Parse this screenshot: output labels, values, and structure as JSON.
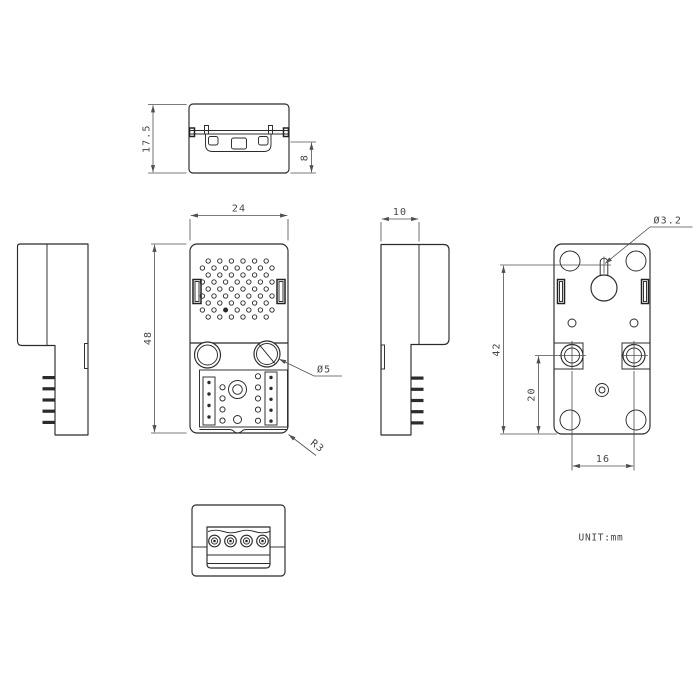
{
  "drawing": {
    "unit_note": "UNIT:mm",
    "dims": {
      "top_height": "17.5",
      "top_step": "8",
      "width": "24",
      "height": "48",
      "depth": "10",
      "screw_dia": "Ø5",
      "corner_radius": "R3",
      "hang_hole_dia": "Ø3.2",
      "back_span": "42",
      "hole_offset": "20",
      "hole_pitch": "16"
    }
  }
}
